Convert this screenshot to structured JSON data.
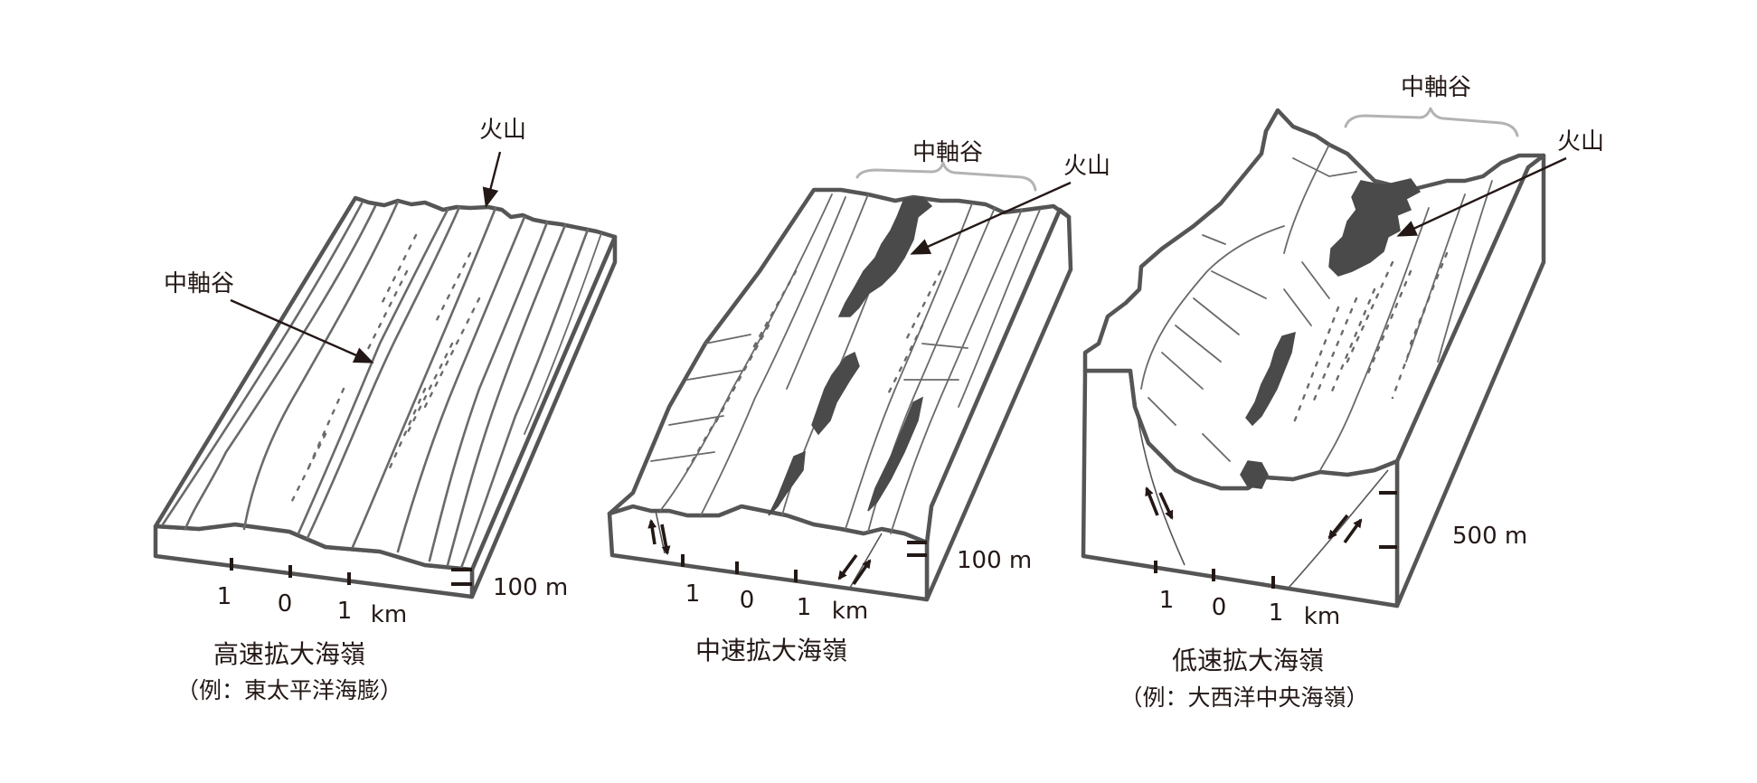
{
  "figure": {
    "description": "Block diagrams of mid-ocean ridge morphology by spreading rate",
    "colors": {
      "outline": "#555555",
      "annotation": "#231815",
      "brace": "#b3b3b3",
      "volcano_fill": "#4a4a4a",
      "background": "#ffffff"
    }
  },
  "panels": [
    {
      "id": "fast",
      "title": "高速拡大海嶺",
      "example": "（例：東太平洋海膨）",
      "labels": {
        "volcano": "火山",
        "axial_valley": "中軸谷"
      },
      "horizontal_scale": {
        "ticks": [
          "1",
          "0",
          "1"
        ],
        "unit": "km"
      },
      "vertical_scale": {
        "value": "100 m"
      }
    },
    {
      "id": "intermediate",
      "title": "中速拡大海嶺",
      "example": "",
      "labels": {
        "volcano": "火山",
        "axial_valley": "中軸谷"
      },
      "horizontal_scale": {
        "ticks": [
          "1",
          "0",
          "1"
        ],
        "unit": "km"
      },
      "vertical_scale": {
        "value": "100 m"
      }
    },
    {
      "id": "slow",
      "title": "低速拡大海嶺",
      "example": "（例：大西洋中央海嶺）",
      "labels": {
        "volcano": "火山",
        "axial_valley": "中軸谷"
      },
      "horizontal_scale": {
        "ticks": [
          "1",
          "0",
          "1"
        ],
        "unit": "km"
      },
      "vertical_scale": {
        "value": "500 m"
      }
    }
  ]
}
